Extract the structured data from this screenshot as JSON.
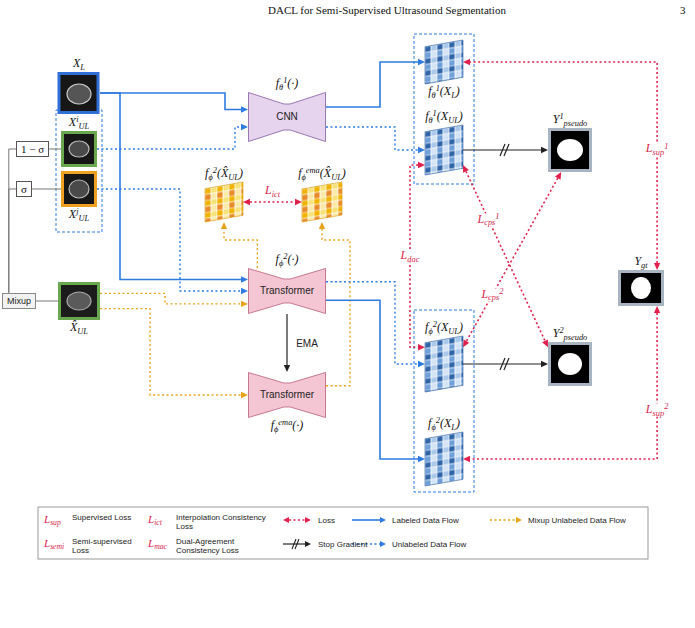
{
  "diagram": {
    "nodes": [
      {
        "text": [
          "XL"
        ]
      },
      {
        "text": [
          "XiUL"
        ]
      },
      {
        "text": [
          "XjUL"
        ]
      },
      {
        "text": [
          "1 − σ"
        ]
      },
      {
        "text": [
          "σ"
        ]
      },
      {
        "text": [
          "Mixup"
        ]
      },
      {
        "text": [
          "X̂UL"
        ]
      },
      {
        "text": [
          "fθ1(·)",
          "CNN"
        ]
      },
      {
        "text": [
          "fϕ2(X̂UL)"
        ]
      },
      {
        "text": [
          "fϕema(X̂UL)"
        ]
      },
      {
        "text": [
          "fϕ2(·)",
          "Transformer"
        ]
      },
      {
        "text": [
          "Transformer",
          "fϕema(·)"
        ]
      },
      {
        "text": [
          "fθ1(XL)"
        ]
      },
      {
        "text": [
          "fθ1(XUL)"
        ]
      },
      {
        "text": [
          "Y1pseudo"
        ]
      },
      {
        "text": [
          "fϕ2(XUL)"
        ]
      },
      {
        "text": [
          "fϕ2(XL)"
        ]
      },
      {
        "text": [
          "Y2pseudo"
        ]
      },
      {
        "text": [
          "Ygt"
        ]
      }
    ],
    "edges": [
      {
        "from": 0,
        "to": 7,
        "arrow": "to"
      },
      {
        "from": 0,
        "to": 10,
        "arrow": "to"
      },
      {
        "from": 1,
        "to": 7,
        "arrow": "to"
      },
      {
        "from": 2,
        "to": 10,
        "arrow": "to"
      },
      {
        "from": 5,
        "to": 3,
        "arrow": "none"
      },
      {
        "from": 5,
        "to": 4,
        "arrow": "none"
      },
      {
        "from": 3,
        "to": 1,
        "arrow": "none"
      },
      {
        "from": 4,
        "to": 2,
        "arrow": "none"
      },
      {
        "from": 5,
        "to": 6,
        "arrow": "none"
      },
      {
        "from": 6,
        "to": 10,
        "arrow": "to"
      },
      {
        "from": 6,
        "to": 11,
        "arrow": "to"
      },
      {
        "from": 10,
        "to": 8,
        "arrow": "to"
      },
      {
        "from": 11,
        "to": 9,
        "arrow": "to"
      },
      {
        "from": 8,
        "to": 9,
        "label": "Lict",
        "arrow": "both"
      },
      {
        "from": 10,
        "to": 11,
        "label": "EMA",
        "arrow": "to"
      },
      {
        "from": 7,
        "to": 12,
        "arrow": "to"
      },
      {
        "from": 7,
        "to": 13,
        "arrow": "to"
      },
      {
        "from": 10,
        "to": 15,
        "arrow": "to"
      },
      {
        "from": 10,
        "to": 16,
        "arrow": "to"
      },
      {
        "from": 13,
        "to": 14,
        "arrow": "to"
      },
      {
        "from": 15,
        "to": 17,
        "arrow": "to"
      },
      {
        "from": 13,
        "to": 15,
        "label": "Ldac",
        "arrow": "both"
      },
      {
        "from": 13,
        "to": 17,
        "label": "Lcps1",
        "arrow": "both"
      },
      {
        "from": 14,
        "to": 15,
        "label": "Lcps2",
        "arrow": "both"
      },
      {
        "from": 18,
        "to": 12,
        "label": "Lsup1",
        "arrow": "both"
      },
      {
        "from": 18,
        "to": 16,
        "label": "Lsup2",
        "arrow": "both"
      }
    ],
    "labels": [
      "DACL for Semi-Supervised Ultrasound Segmentation",
      "3",
      "Lsup",
      "Supervised Loss",
      "Lict",
      "Interpolation Consistency Loss",
      "Lsemi",
      "Semi-supervised Loss",
      "Lmac",
      "Dual-Agreement Consistency Loss"
    ],
    "legend": [
      {
        "text": "Loss"
      },
      {
        "text": "Labeled Data Flow"
      },
      {
        "text": "Mixup Unlabeled Data Flow"
      },
      {
        "text": "Stop Gradient"
      },
      {
        "text": "Unlabeled Data Flow"
      }
    ]
  }
}
